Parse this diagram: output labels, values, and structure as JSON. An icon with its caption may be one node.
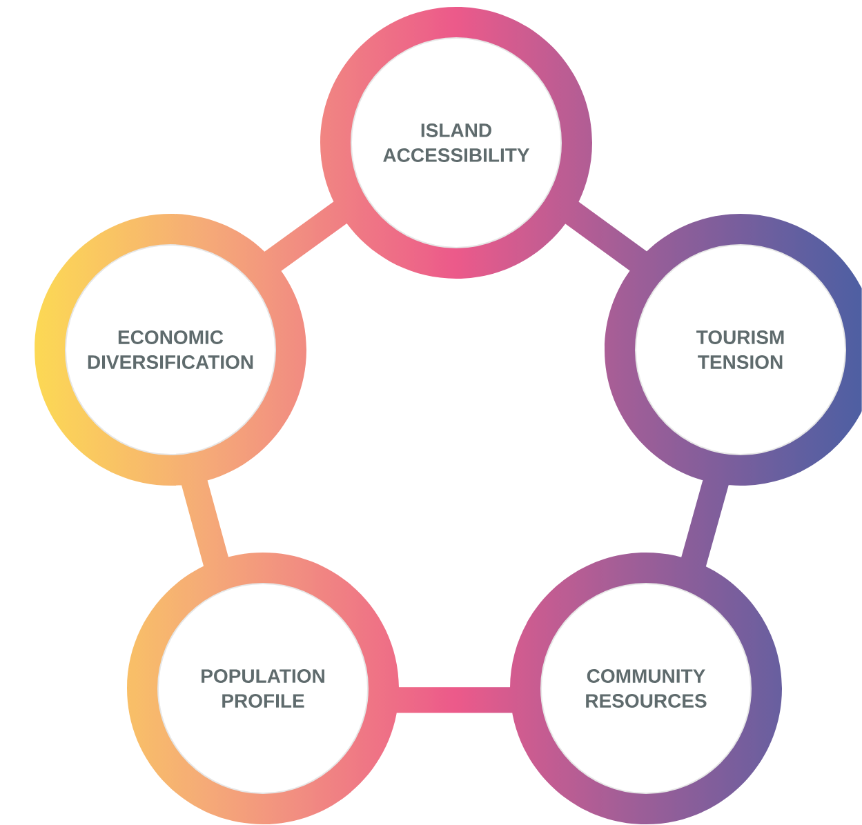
{
  "diagram": {
    "nodes": [
      {
        "text": [
          "ISLAND ACCESSIBILITY"
        ]
      },
      {
        "text": [
          "ECONOMIC DIVERSIFICATION"
        ]
      },
      {
        "text": [
          "TOURISM TENSION"
        ]
      },
      {
        "text": [
          "POPULATION PROFILE"
        ]
      },
      {
        "text": [
          "COMMUNITY RESOURCES"
        ]
      }
    ]
  }
}
